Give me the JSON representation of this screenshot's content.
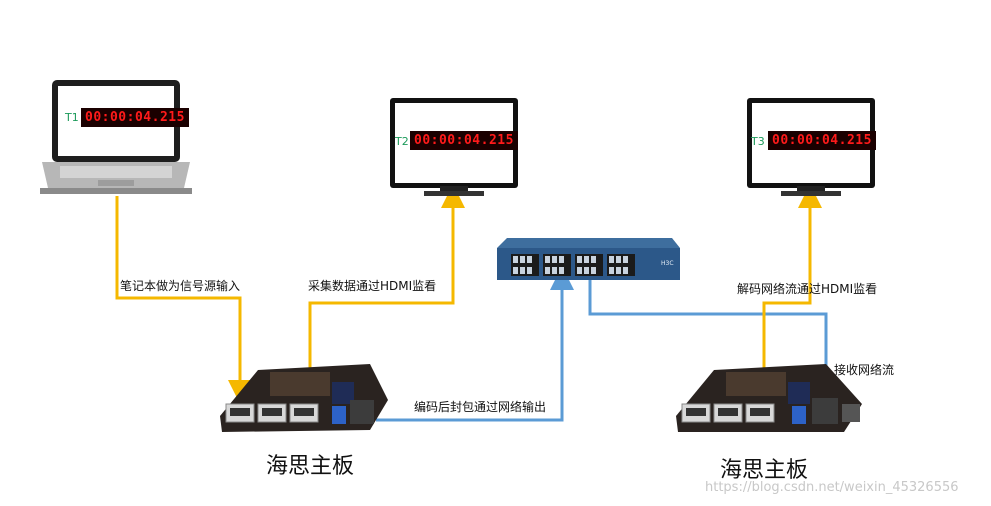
{
  "devices": {
    "laptop": {
      "tag": "T1",
      "timestamp": "00:00:04.215"
    },
    "monitor_center": {
      "tag": "T2",
      "timestamp": "00:00:04.215"
    },
    "monitor_right": {
      "tag": "T3",
      "timestamp": "00:00:04.215"
    },
    "switch_brand": "H3C"
  },
  "edges": {
    "laptop_to_board": "笔记本做为信号源输入",
    "board_to_monitor_center": "采集数据通过HDMI监看",
    "board_to_switch": "编码后封包通过网络输出",
    "board_to_monitor_right": "解码网络流通过HDMI监看",
    "switch_to_board_right": "接收网络流"
  },
  "boards": {
    "left_title": "海思主板",
    "right_title": "海思主板"
  },
  "watermark": "https://blog.csdn.net/weixin_45326556",
  "colors": {
    "hdmi": "#f5b800",
    "network": "#5b9bd5",
    "timestamp_bg": "#1a0000",
    "timestamp_fg": "#ff1a1a"
  }
}
